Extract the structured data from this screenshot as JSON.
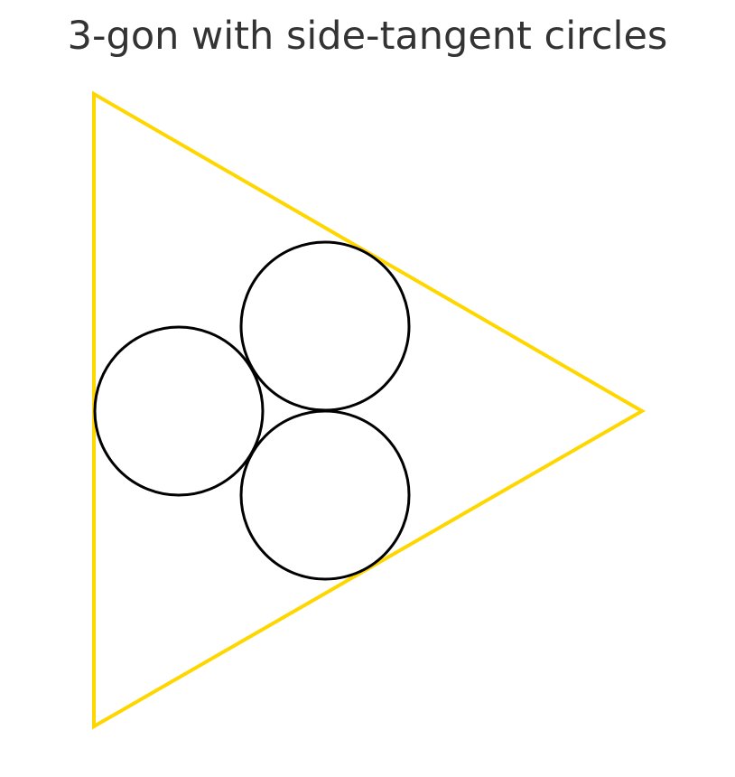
{
  "title": "3-gon with side-tangent circles",
  "colors": {
    "polygon_stroke": "#FFD700",
    "circle_stroke": "#000000",
    "title_text": "#333333",
    "background": "#FFFFFF"
  },
  "shapes": {
    "polygon_sides": 3,
    "circle_count": 3
  }
}
